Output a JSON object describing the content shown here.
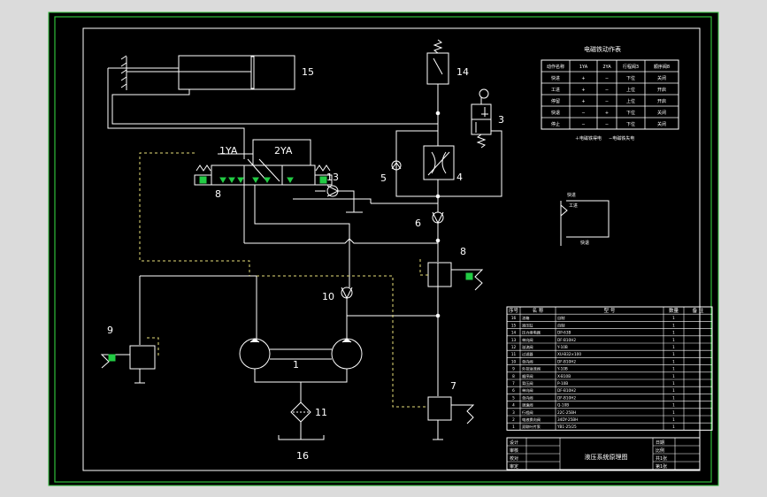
{
  "colors": {
    "background": "#dbdbdb",
    "canvas": "#000000",
    "border_green": "#2fbf3a",
    "line": "#ffffff",
    "pilot_yellow": "#e8e07a",
    "symbol_green": "#22cc44"
  },
  "labels": {
    "c1": "1",
    "c3": "3",
    "c4": "4",
    "c5": "5",
    "c6": "6",
    "c7": "7",
    "c8a": "8",
    "c8b": "8",
    "c9": "9",
    "c10": "10",
    "c11": "11",
    "c13": "13",
    "c14": "14",
    "c15": "15",
    "c16": "16",
    "sol1": "1YA",
    "sol2": "2YA"
  },
  "action_table": {
    "title": "电磁铁动作表",
    "headers": [
      "动作名称",
      "1YA",
      "2YA",
      "行程阀3",
      "顺序阀8"
    ],
    "rows": [
      [
        "快进",
        "+",
        "−",
        "下位",
        "关闭"
      ],
      [
        "工进",
        "+",
        "−",
        "上位",
        "开启"
      ],
      [
        "停留",
        "+",
        "−",
        "上位",
        "开启"
      ],
      [
        "快退",
        "−",
        "+",
        "下位",
        "关闭"
      ],
      [
        "停止",
        "−",
        "−",
        "下位",
        "关闭"
      ]
    ],
    "note_left": "＋电磁铁得电",
    "note_right": "−电磁铁失电"
  },
  "small_symbol": {
    "label_top": "快进",
    "label_left": "工进",
    "label_bottom": "快退"
  },
  "parts_table": {
    "headers": [
      "序号",
      "名 称",
      "型 号",
      "数量",
      "备 注"
    ],
    "rows": [
      [
        "16",
        "油箱",
        "自制",
        "1",
        ""
      ],
      [
        "15",
        "液压缸",
        "自制",
        "1",
        ""
      ],
      [
        "14",
        "压力继电器",
        "DP-63B",
        "1",
        ""
      ],
      [
        "13",
        "单向阀",
        "DF-B10H2",
        "1",
        ""
      ],
      [
        "12",
        "溢流阀",
        "Y-10B",
        "1",
        ""
      ],
      [
        "11",
        "过滤器",
        "XU-B32×100",
        "1",
        ""
      ],
      [
        "10",
        "单向阀",
        "DF-B10H2",
        "1",
        ""
      ],
      [
        "9",
        "外控溢流阀",
        "Y-10B",
        "1",
        ""
      ],
      [
        "8",
        "顺序阀",
        "X-B10B",
        "1",
        ""
      ],
      [
        "7",
        "背压阀",
        "P-10B",
        "1",
        ""
      ],
      [
        "6",
        "单向阀",
        "DF-B10H2",
        "1",
        ""
      ],
      [
        "5",
        "单向阀",
        "DF-B10H2",
        "1",
        ""
      ],
      [
        "4",
        "调速阀",
        "Q-10B",
        "1",
        ""
      ],
      [
        "3",
        "行程阀",
        "22C-25BH",
        "1",
        ""
      ],
      [
        "2",
        "电液换向阀",
        "34DY-25BH",
        "1",
        ""
      ],
      [
        "1",
        "双联叶片泵",
        "YB1-25/25",
        "1",
        ""
      ]
    ]
  },
  "title_block": {
    "design": "设计",
    "check": "审核",
    "proof": "校对",
    "approve": "审定",
    "drawing_title": "液压系统原理图",
    "date": "日期",
    "scale": "比例",
    "sheet": "共1张",
    "count": "第1张"
  }
}
